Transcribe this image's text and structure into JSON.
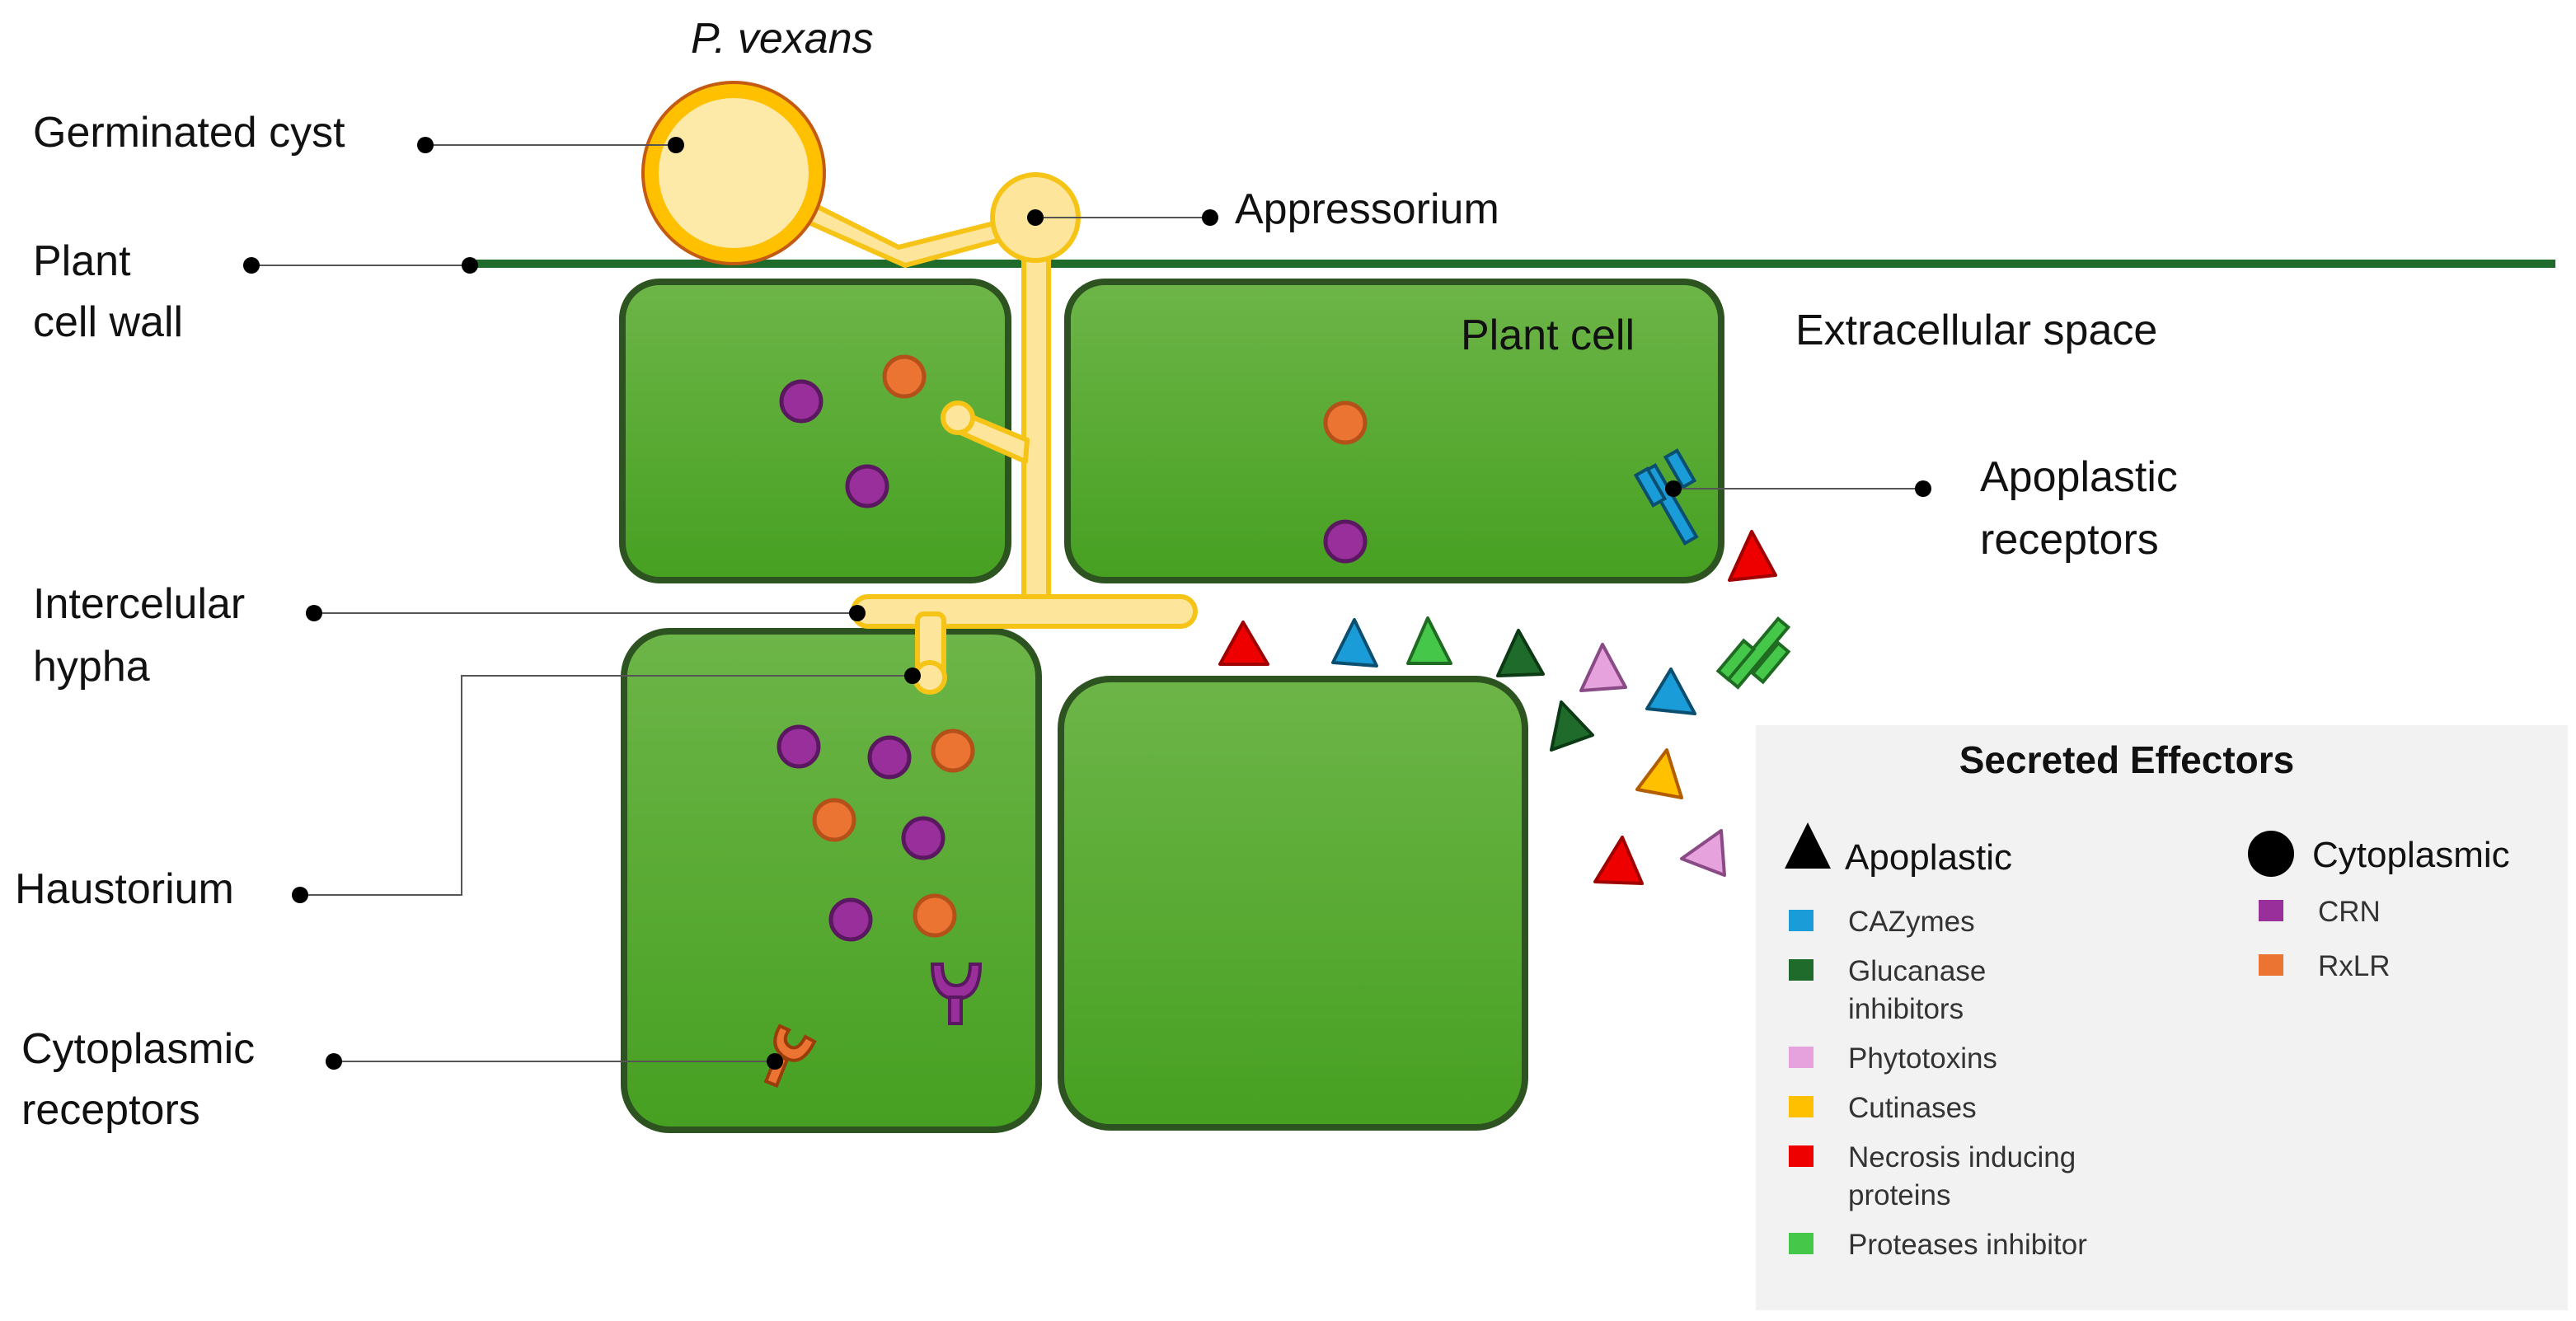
{
  "title": "P. vexans",
  "labels": {
    "germinated_cyst": "Germinated cyst",
    "appressorium": "Appressorium",
    "plant_cell_wall": [
      "Plant",
      "cell wall"
    ],
    "plant_cell": "Plant cell",
    "extracellular_space": "Extracellular space",
    "apoplastic_receptors": [
      "Apoplastic",
      "receptors"
    ],
    "intercellular_hypha": [
      "Intercelular",
      "hypha"
    ],
    "haustorium": "Haustorium",
    "cytoplasmic_receptors": [
      "Cytoplasmic",
      "receptors"
    ]
  },
  "legend": {
    "title": "Secreted Effectors",
    "apoplastic": {
      "heading": "Apoplastic",
      "items": [
        {
          "label": [
            "CAZymes"
          ],
          "color": "#1a9cd8"
        },
        {
          "label": [
            "Glucanase",
            "inhibitors"
          ],
          "color": "#1e6b2c"
        },
        {
          "label": [
            "Phytotoxins"
          ],
          "color": "#e6a2dd"
        },
        {
          "label": [
            "Cutinases"
          ],
          "color": "#ffc000"
        },
        {
          "label": [
            "Necrosis inducing",
            "proteins"
          ],
          "color": "#ee0000"
        },
        {
          "label": [
            "Proteases inhibitor"
          ],
          "color": "#45c84a"
        }
      ]
    },
    "cytoplasmic": {
      "heading": "Cytoplasmic",
      "items": [
        {
          "label": [
            "CRN"
          ],
          "color": "#992f9a"
        },
        {
          "label": [
            "RxLR"
          ],
          "color": "#ec7432"
        }
      ]
    }
  },
  "colors": {
    "cell_fill": "#4fa82c",
    "cell_stroke": "#2d5320",
    "cell_wall": "#1e6b2c",
    "hypha_fill": "#fde69c",
    "hypha_stroke": "#f5c417",
    "cyst_outer": "#ffc000",
    "cyst_inner": "#fde9a8",
    "legend_bg": "#f2f2f2"
  }
}
